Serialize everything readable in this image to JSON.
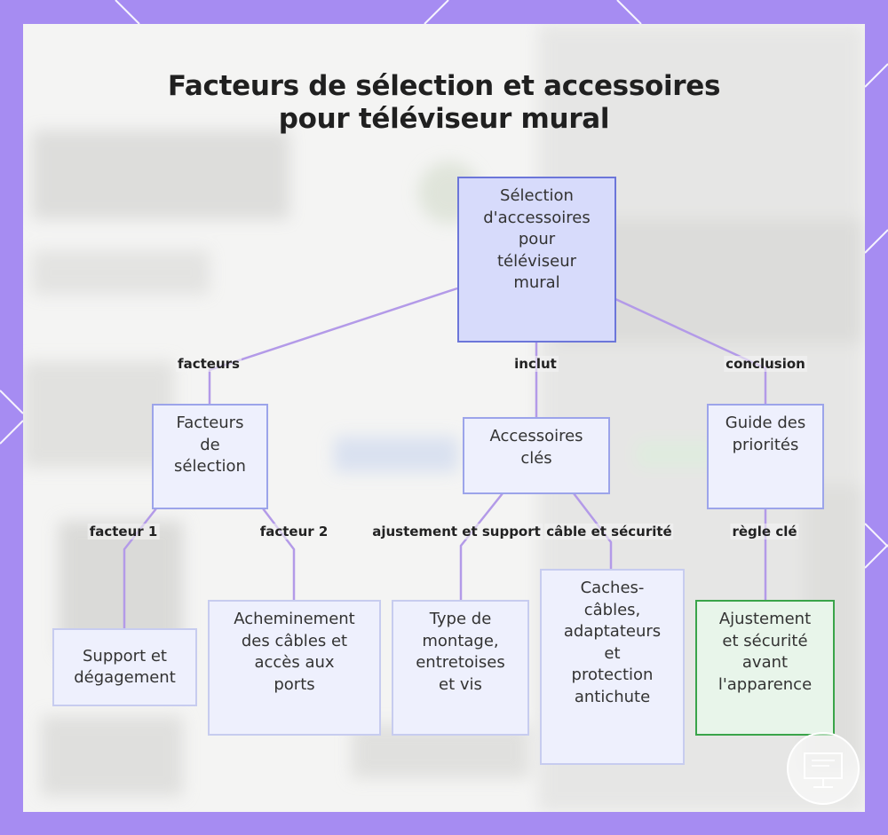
{
  "title_lines": [
    "Facteurs de sélection et accessoires",
    "pour téléviseur mural"
  ],
  "nodes": {
    "root": [
      "Sélection",
      "d'accessoires",
      "pour",
      "téléviseur",
      "mural"
    ],
    "factors": [
      "Facteurs",
      "de",
      "sélection"
    ],
    "accessories": [
      "Accessoires",
      "clés"
    ],
    "guide": [
      "Guide des",
      "priorités"
    ],
    "support": [
      "Support et",
      "dégagement"
    ],
    "routing": [
      "Acheminement",
      "des câbles et",
      "accès aux",
      "ports"
    ],
    "mounting": [
      "Type de",
      "montage,",
      "entretoises",
      "et vis"
    ],
    "covers": [
      "Caches-",
      "câbles,",
      "adaptateurs",
      "et",
      "protection",
      "antichute"
    ],
    "priority": [
      "Ajustement",
      "et sécurité",
      "avant",
      "l'apparence"
    ]
  },
  "edge_labels": {
    "factors": "facteurs",
    "includes": "inclut",
    "conclusion": "conclusion",
    "factor1": "facteur 1",
    "factor2": "facteur 2",
    "fit_support": "ajustement et support",
    "cable_safety": "câble et sécurité",
    "key_rule": "règle clé"
  },
  "colors": {
    "frame": "#a68cf2",
    "node_fill": "#eef0fd",
    "root_fill": "#d7dbfb",
    "root_border": "#6c76d9",
    "edge": "#b39ae8",
    "highlight_border": "#3aa44a",
    "highlight_fill": "#e8f5ea"
  }
}
